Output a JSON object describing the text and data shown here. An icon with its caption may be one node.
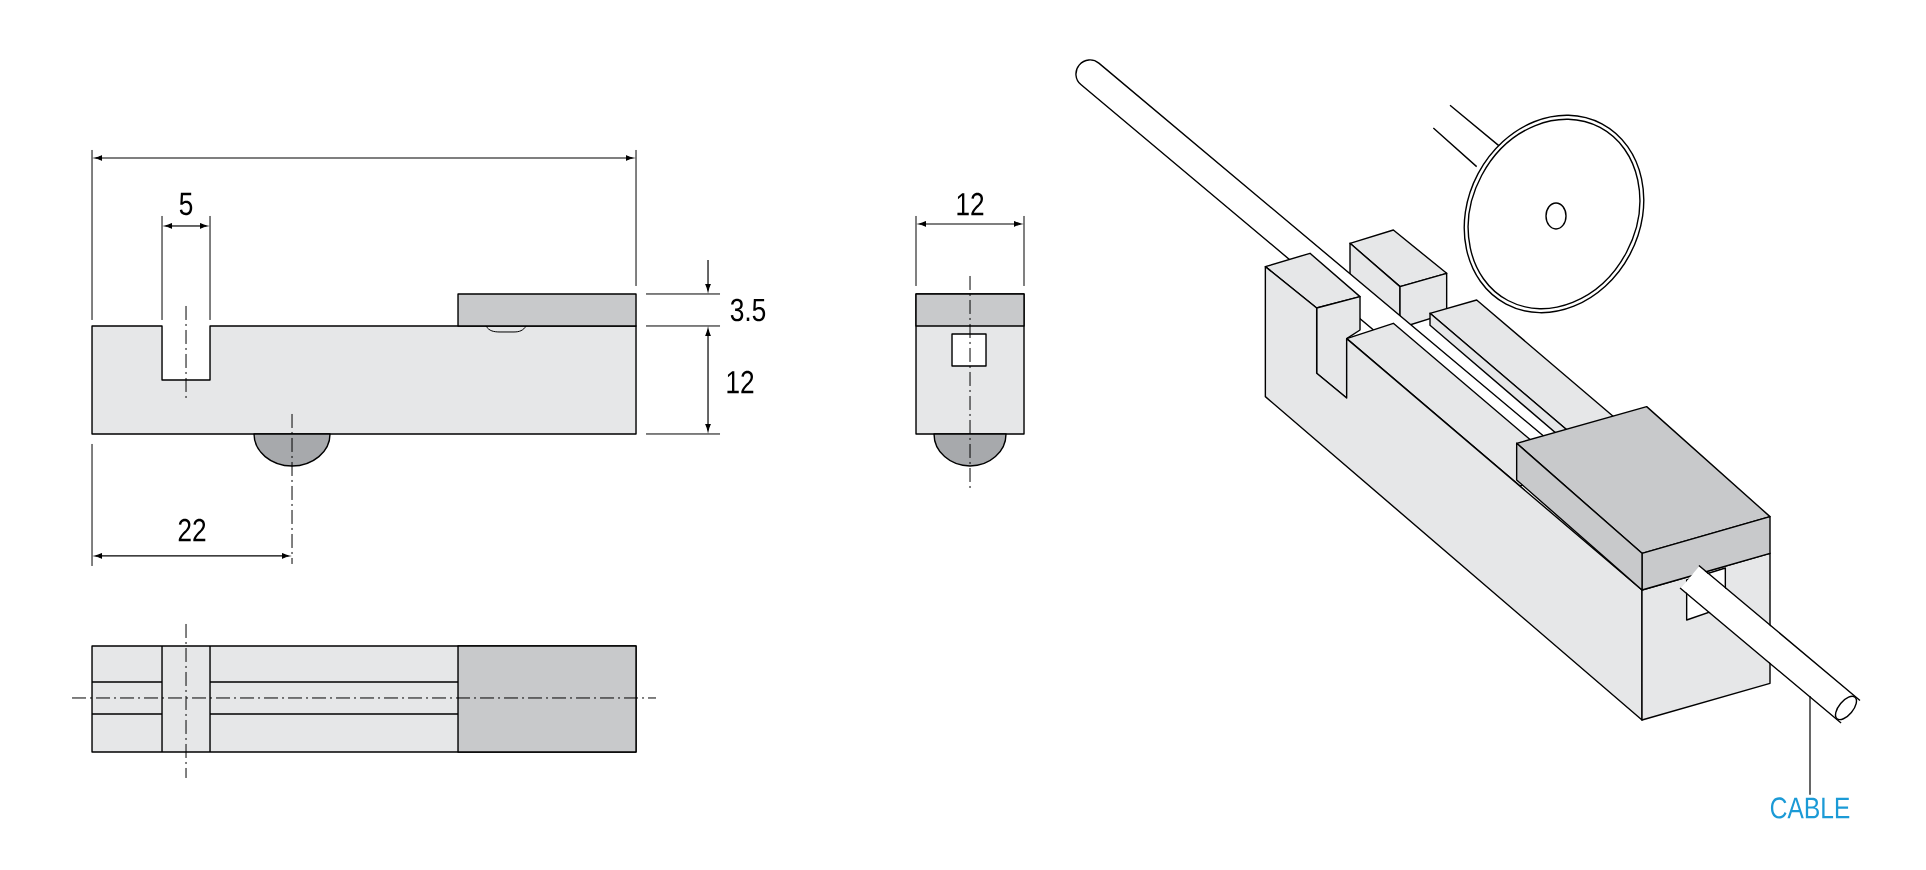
{
  "diagram": {
    "nodes": [
      {
        "text": [
          "CABLE"
        ]
      },
      {
        "text": [],
        "shape": "cylinder"
      }
    ],
    "edges": [
      {
        "from": 0,
        "to": 1,
        "arrow": "none"
      }
    ],
    "labels": [
      "5",
      "12",
      "3.5",
      "12",
      "22"
    ]
  }
}
